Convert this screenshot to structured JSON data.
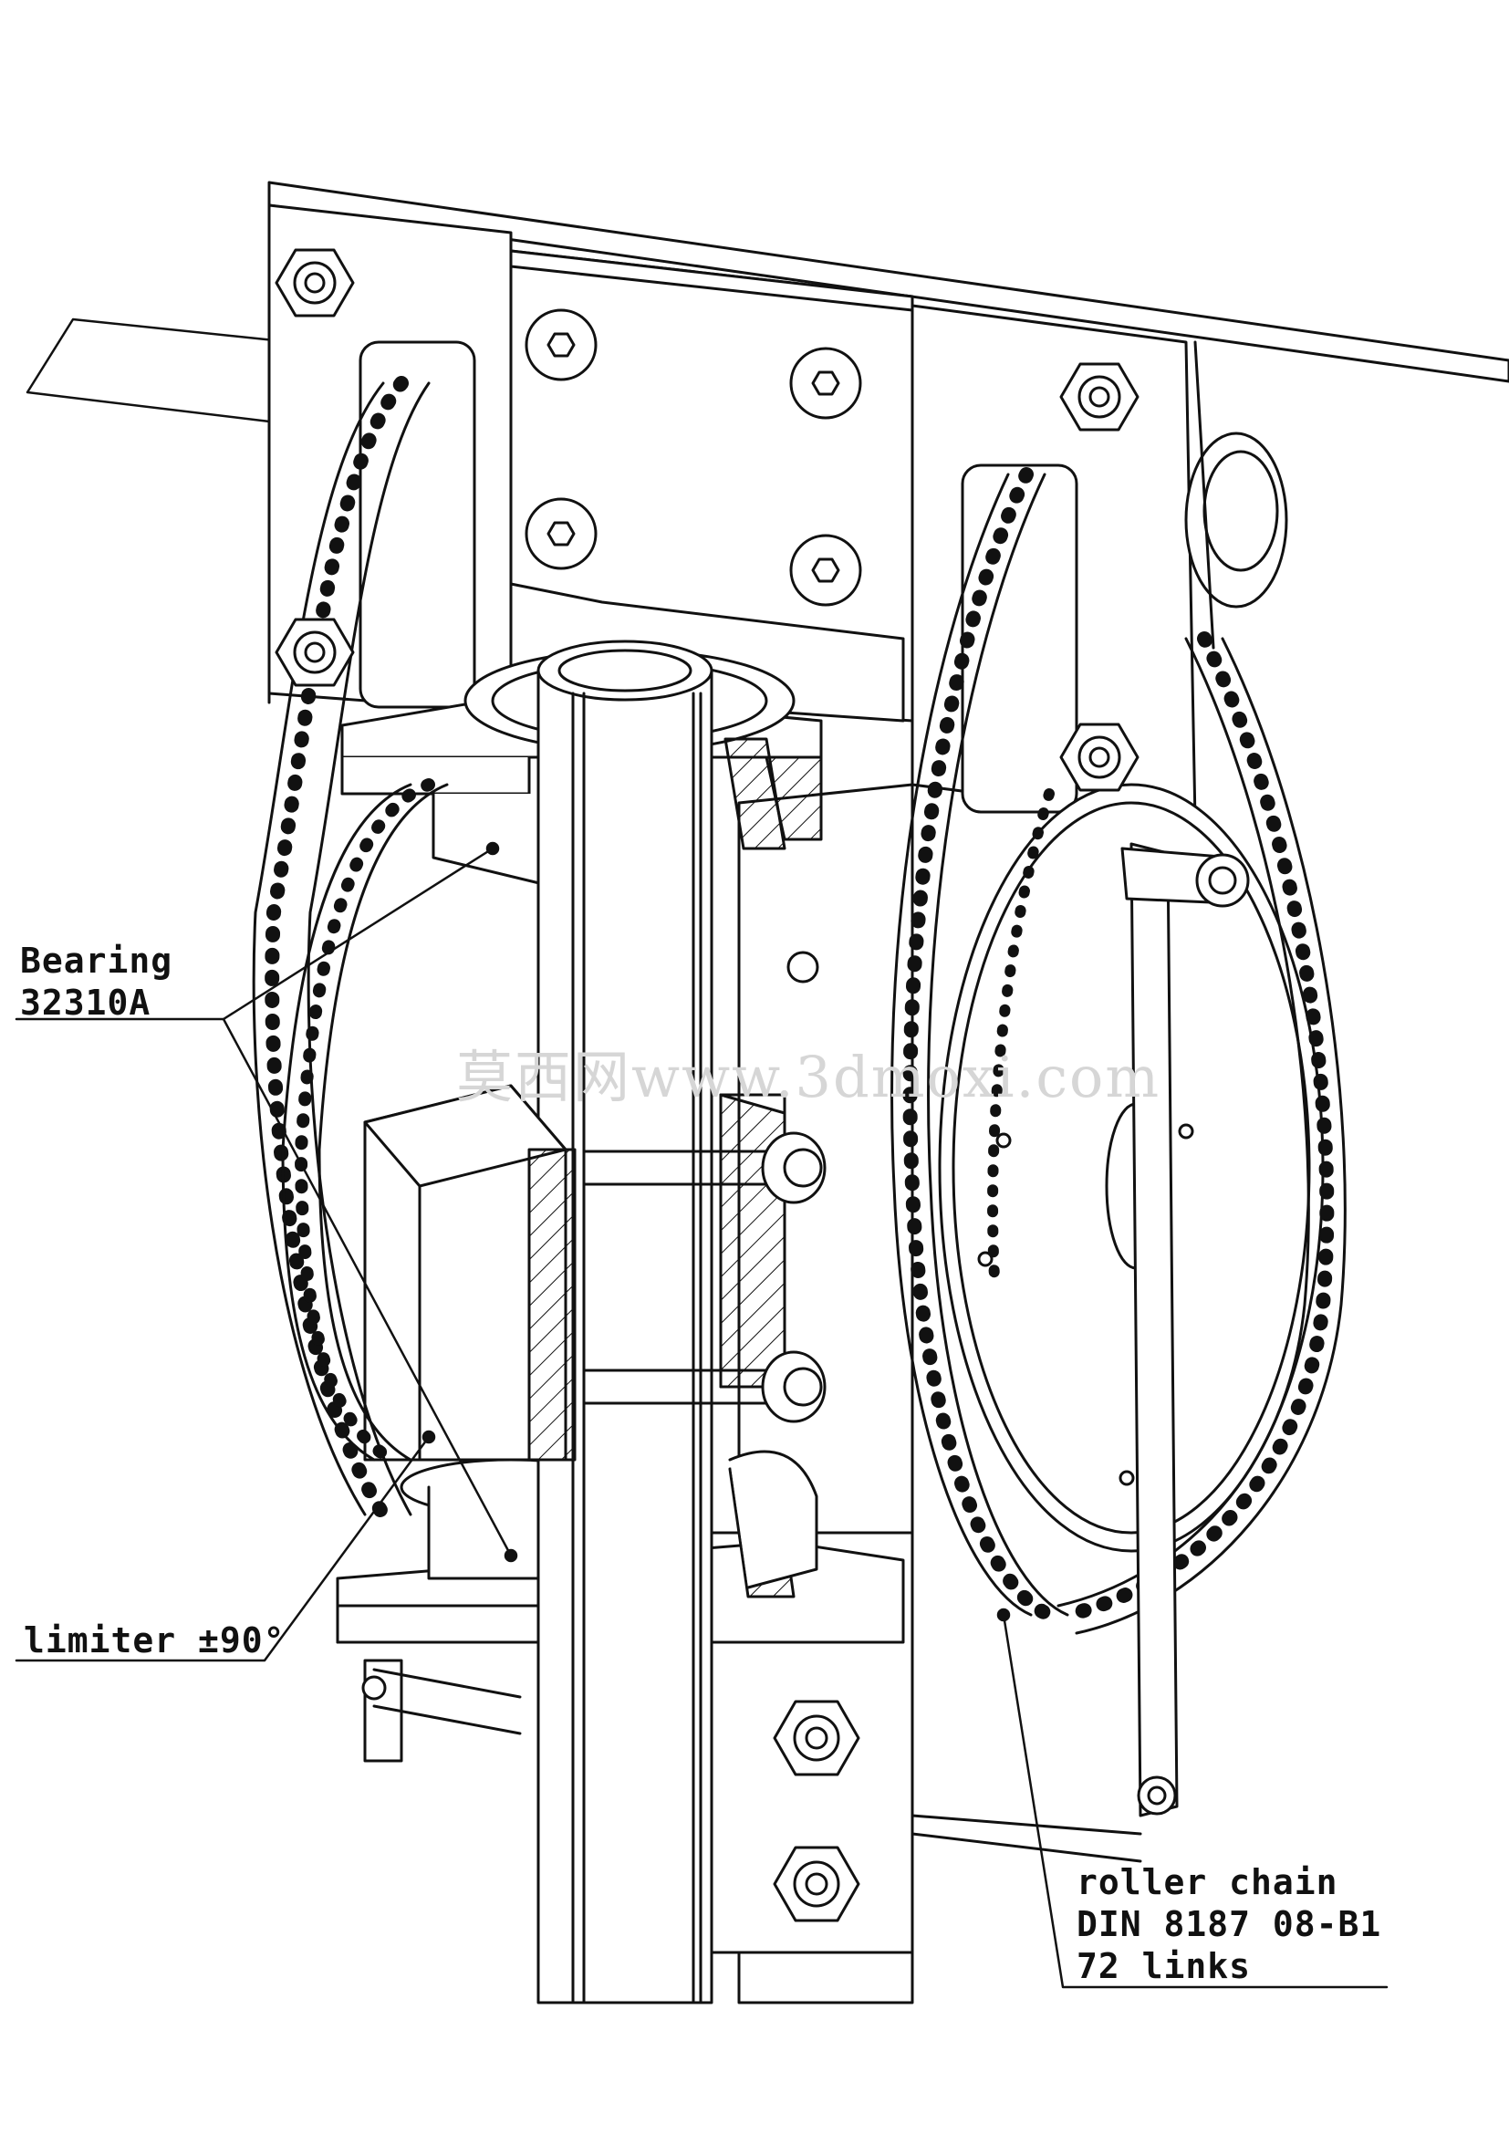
{
  "colors": {
    "line": "#111111",
    "background": "#ffffff",
    "watermark": "#d6d6d6"
  },
  "callouts": {
    "bearing": {
      "line1": "Bearing",
      "line2": "32310A"
    },
    "limiter": {
      "text": "limiter ±90°"
    },
    "roller_chain": {
      "line1": "roller chain",
      "line2": "DIN 8187 08-B1",
      "line3": "72 links"
    }
  },
  "watermark": {
    "text": "莫西网www.3dmoxi.com"
  }
}
